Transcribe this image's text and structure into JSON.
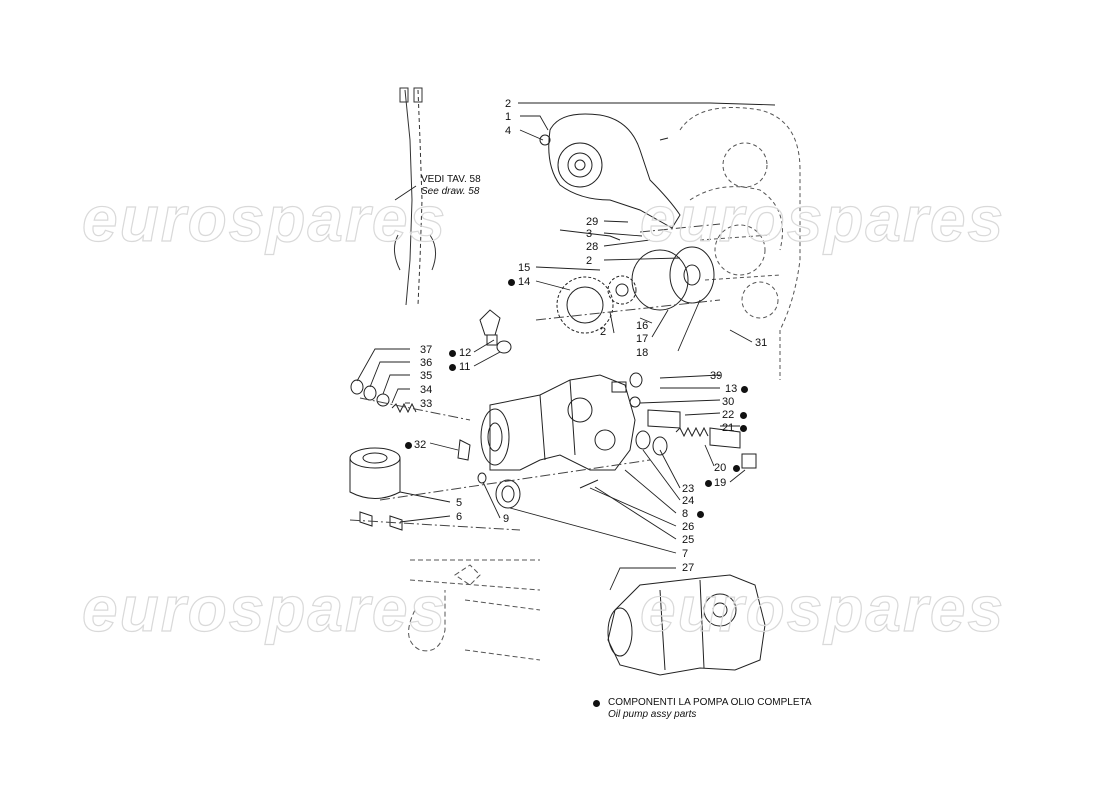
{
  "watermark": "eurospares",
  "references": {
    "vedi": "VEDI TAV. 58",
    "see": "See draw. 58"
  },
  "legend": {
    "it": "COMPONENTI LA POMPA OLIO COMPLETA",
    "en": "Oil pump assy parts"
  },
  "callouts": [
    {
      "id": "c2a",
      "text": "2",
      "dot": false
    },
    {
      "id": "c1",
      "text": "1",
      "dot": false
    },
    {
      "id": "c4",
      "text": "4",
      "dot": false
    },
    {
      "id": "c29",
      "text": "29",
      "dot": false
    },
    {
      "id": "c3",
      "text": "3",
      "dot": false
    },
    {
      "id": "c28",
      "text": "28",
      "dot": false
    },
    {
      "id": "c2b",
      "text": "2",
      "dot": false
    },
    {
      "id": "c15",
      "text": "15",
      "dot": false
    },
    {
      "id": "c14",
      "text": "14",
      "dot": true
    },
    {
      "id": "c2c",
      "text": "2",
      "dot": false
    },
    {
      "id": "c16",
      "text": "16",
      "dot": false
    },
    {
      "id": "c17",
      "text": "17",
      "dot": false
    },
    {
      "id": "c18",
      "text": "18",
      "dot": false
    },
    {
      "id": "c31",
      "text": "31",
      "dot": false
    },
    {
      "id": "c12",
      "text": "12",
      "dot": true
    },
    {
      "id": "c11",
      "text": "11",
      "dot": true
    },
    {
      "id": "c37",
      "text": "37",
      "dot": false
    },
    {
      "id": "c36",
      "text": "36",
      "dot": false
    },
    {
      "id": "c35",
      "text": "35",
      "dot": false
    },
    {
      "id": "c34",
      "text": "34",
      "dot": false
    },
    {
      "id": "c33",
      "text": "33",
      "dot": false
    },
    {
      "id": "c32",
      "text": "32",
      "dot": true
    },
    {
      "id": "c39",
      "text": "39",
      "dot": false
    },
    {
      "id": "c13",
      "text": "13",
      "dot": true
    },
    {
      "id": "c30",
      "text": "30",
      "dot": false
    },
    {
      "id": "c22",
      "text": "22",
      "dot": true
    },
    {
      "id": "c21",
      "text": "21",
      "dot": true
    },
    {
      "id": "c20",
      "text": "20",
      "dot": true
    },
    {
      "id": "c19",
      "text": "19",
      "dot": true
    },
    {
      "id": "c23",
      "text": "23",
      "dot": false
    },
    {
      "id": "c24",
      "text": "24",
      "dot": false
    },
    {
      "id": "c8",
      "text": "8",
      "dot": true
    },
    {
      "id": "c26",
      "text": "26",
      "dot": false
    },
    {
      "id": "c25",
      "text": "25",
      "dot": false
    },
    {
      "id": "c7",
      "text": "7",
      "dot": false
    },
    {
      "id": "c5",
      "text": "5",
      "dot": false
    },
    {
      "id": "c6",
      "text": "6",
      "dot": false
    },
    {
      "id": "c9",
      "text": "9",
      "dot": false
    },
    {
      "id": "c27",
      "text": "27",
      "dot": false
    }
  ]
}
